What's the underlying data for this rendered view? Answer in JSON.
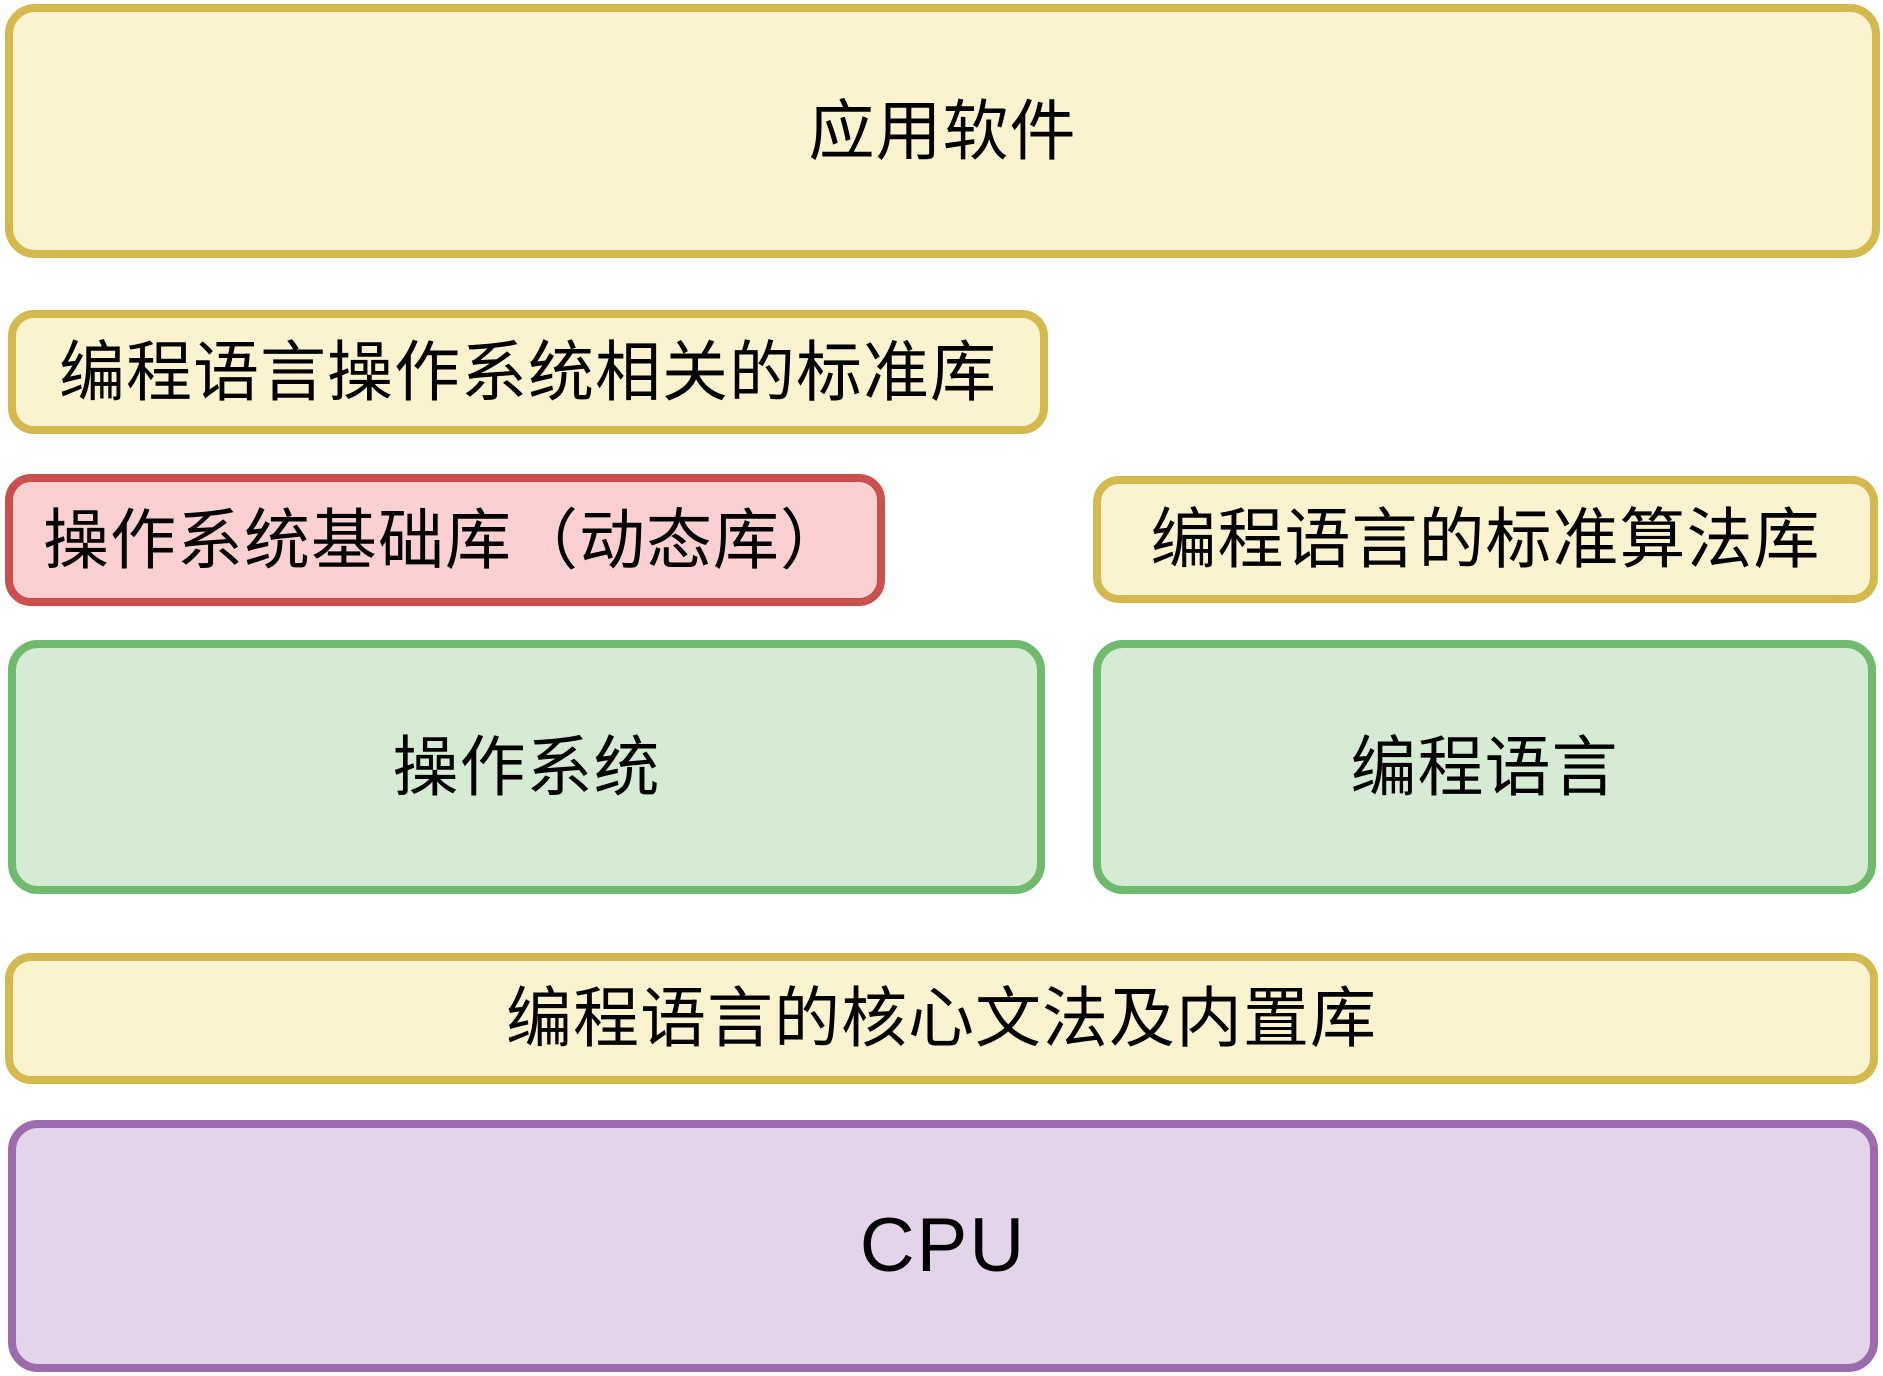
{
  "canvas": {
    "background": "#FFFFFF",
    "text_color": "#000000"
  },
  "layers": {
    "app_software": {
      "label": "应用软件",
      "fill": "#FBF2CF",
      "border": "#D4B94E"
    },
    "lang_os_stdlib": {
      "label": "编程语言操作系统相关的标准库",
      "fill": "#FBF2CF",
      "border": "#D4B94E"
    },
    "os_base_lib": {
      "label": "操作系统基础库（动态库）",
      "fill": "#FAD1D0",
      "border": "#C9504C"
    },
    "lang_std_algo_lib": {
      "label": "编程语言的标准算法库",
      "fill": "#FBF2CF",
      "border": "#D4B94E"
    },
    "operating_system": {
      "label": "操作系统",
      "fill": "#D5EBD3",
      "border": "#6FBA6C"
    },
    "programming_language": {
      "label": "编程语言",
      "fill": "#D5EBD3",
      "border": "#6FBA6C"
    },
    "lang_core_builtin_lib": {
      "label": "编程语言的核心文法及内置库",
      "fill": "#FBF2CF",
      "border": "#D4B94E"
    },
    "cpu": {
      "label": "CPU",
      "fill": "#E3D4E9",
      "border": "#9B6BAD"
    }
  }
}
